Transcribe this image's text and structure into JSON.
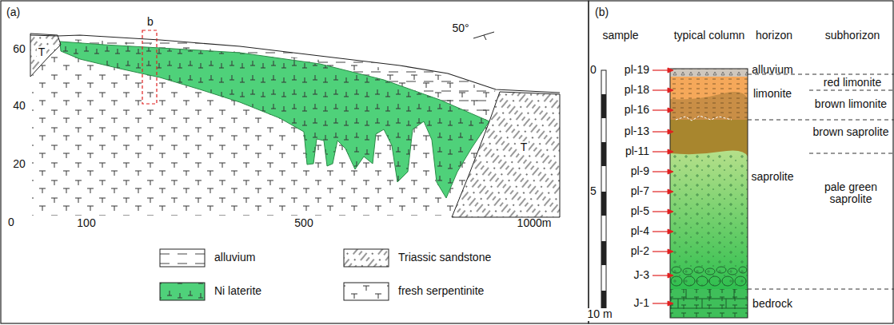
{
  "diagram": {
    "labels": [
      "(a)",
      "T",
      "T",
      "b",
      "50°",
      "60",
      "40",
      "20",
      "0",
      "100",
      "500",
      "1000m",
      "(b)",
      "sample",
      "typical column",
      "horizon",
      "subhorizon",
      "0",
      "5",
      "10 m",
      "pl-19",
      "pl-18",
      "pl-16",
      "pl-13",
      "pl-11",
      "pl-9",
      "pl-7",
      "pl-5",
      "pl-4",
      "pl-2",
      "J-3",
      "J-1",
      "alluvium",
      "limonite",
      "saprolite",
      "bedrock",
      "red limonite",
      "brown limonite",
      "brown saprolite",
      "pale green saprolite"
    ],
    "legend": [
      {
        "text": "alluvium"
      },
      {
        "text": "Triassic sandstone"
      },
      {
        "text": "Ni laterite"
      },
      {
        "text": "fresh serpentinite"
      }
    ]
  }
}
